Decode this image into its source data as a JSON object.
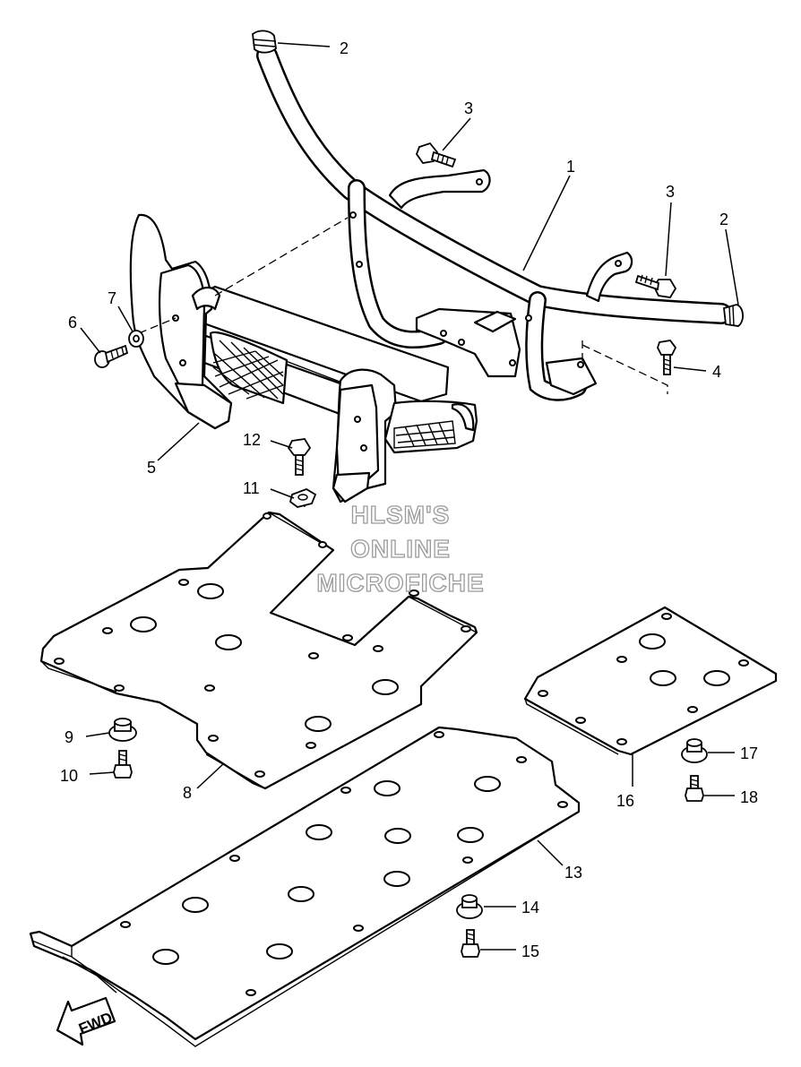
{
  "watermark": {
    "line1": "HLSM'S",
    "line2": "ONLINE",
    "line3": "MICROFICHE"
  },
  "direction_label": "FWD",
  "callouts": {
    "c1": "1",
    "c2a": "2",
    "c2b": "2",
    "c3a": "3",
    "c3b": "3",
    "c4": "4",
    "c5": "5",
    "c6": "6",
    "c7": "7",
    "c8": "8",
    "c9": "9",
    "c10": "10",
    "c11": "11",
    "c12": "12",
    "c13": "13",
    "c14": "14",
    "c15": "15",
    "c16": "16",
    "c17": "17",
    "c18": "18"
  }
}
